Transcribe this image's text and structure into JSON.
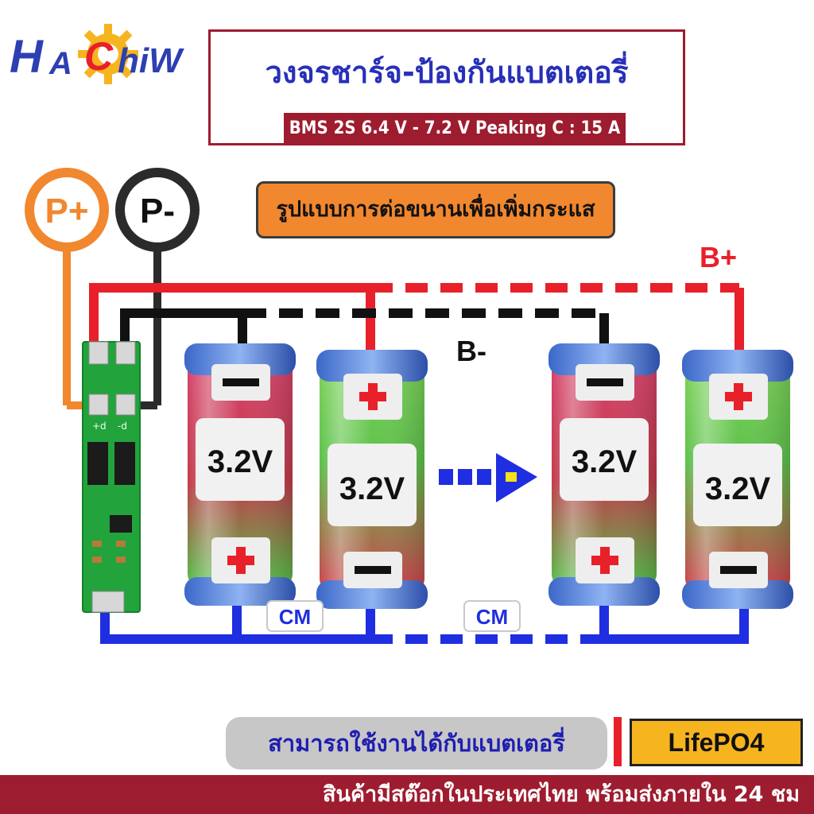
{
  "logo": {
    "h": "H",
    "a": "A",
    "c": "C",
    "hiw": "hiW"
  },
  "title": {
    "main": "วงจรชาร์จ-ป้องกันแบตเตอรี่",
    "sub": "BMS 2S 6.4 V - 7.2 V Peaking C : 15 A"
  },
  "connection_label": "รูปแบบการต่อขนานเพื่อเพิ่มกระแส",
  "terminals": {
    "p_plus": "P+",
    "p_minus": "P-",
    "b_plus": "B+",
    "b_minus": "B-",
    "cm_left": "CM",
    "cm_right": "CM"
  },
  "batteries": {
    "voltage_1": "3.2V",
    "voltage_2": "3.2V",
    "voltage_3": "3.2V",
    "voltage_4": "3.2V"
  },
  "board_silkscreen": {
    "plus_d": "+d",
    "minus_d": "-d"
  },
  "colors": {
    "red": "#e8202a",
    "black": "#111111",
    "blue": "#1f2ee0",
    "orange": "#f1872e",
    "maroon": "#9e1c2f",
    "pcb": "#22a33c"
  },
  "bottom": {
    "support": "สามารถใช้งานได้กับแบตเตอรี่",
    "battery_type": "LifePO4",
    "stock": "สินค้ามีสต๊อกในประเทศไทย พร้อมส่งภายใน 24 ชม"
  }
}
